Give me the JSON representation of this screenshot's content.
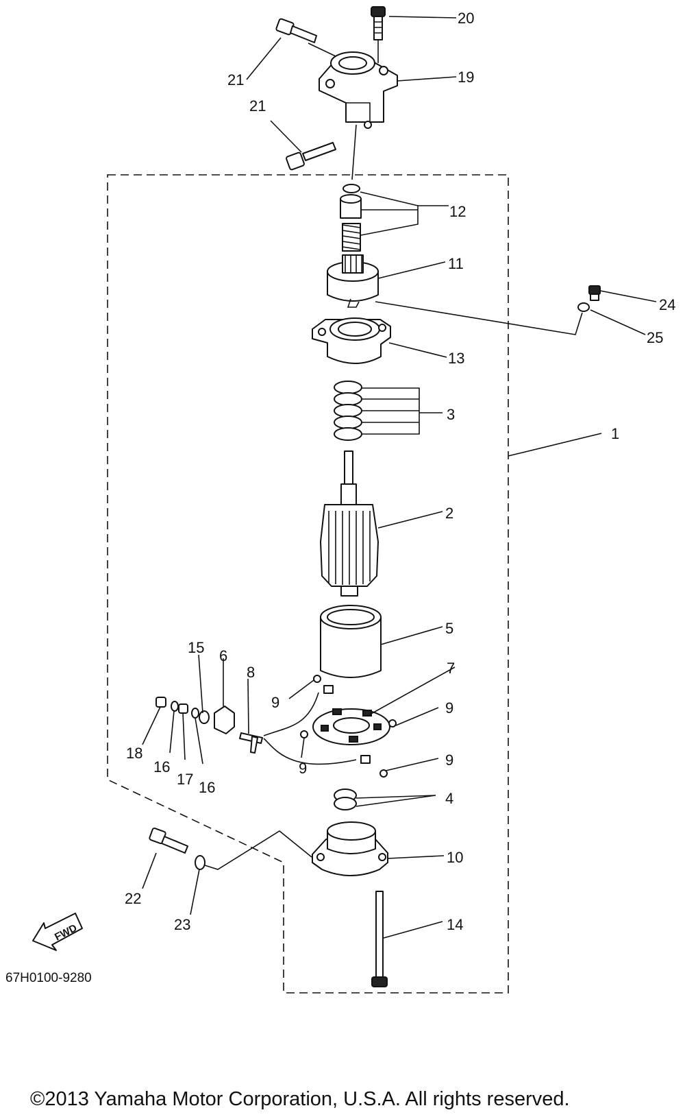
{
  "diagram": {
    "callouts": {
      "c1": "1",
      "c2": "2",
      "c3": "3",
      "c4": "4",
      "c5": "5",
      "c6": "6",
      "c7": "7",
      "c8": "8",
      "c9a": "9",
      "c9b": "9",
      "c9c": "9",
      "c9d": "9",
      "c10": "10",
      "c11": "11",
      "c12": "12",
      "c13": "13",
      "c14": "14",
      "c15": "15",
      "c16a": "16",
      "c16b": "16",
      "c17": "17",
      "c18": "18",
      "c19": "19",
      "c20": "20",
      "c21a": "21",
      "c21b": "21",
      "c22": "22",
      "c23": "23",
      "c24": "24",
      "c25": "25"
    },
    "fwd_label": "FWD",
    "drawing_code": "67H0100-9280",
    "copyright": "©2013 Yamaha Motor Corporation, U.S.A. All rights reserved."
  }
}
